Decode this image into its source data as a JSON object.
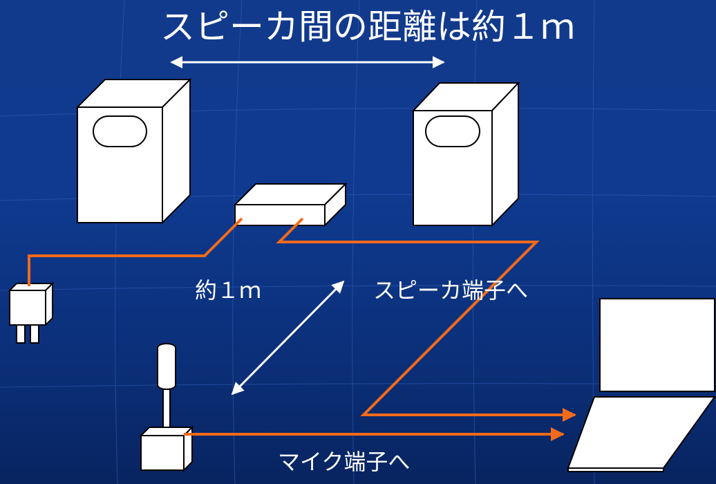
{
  "title": "スピーカ間の距離は約１ｍ",
  "distance_label": "約１ｍ",
  "speaker_terminal_label": "スピーカ端子へ",
  "mic_terminal_label": "マイク端子へ",
  "colors": {
    "background": "#0f3a8f",
    "cable": "#f26a1b",
    "arrow": "#ffffff",
    "device_fill": "#ffffff",
    "outline": "#000000"
  }
}
